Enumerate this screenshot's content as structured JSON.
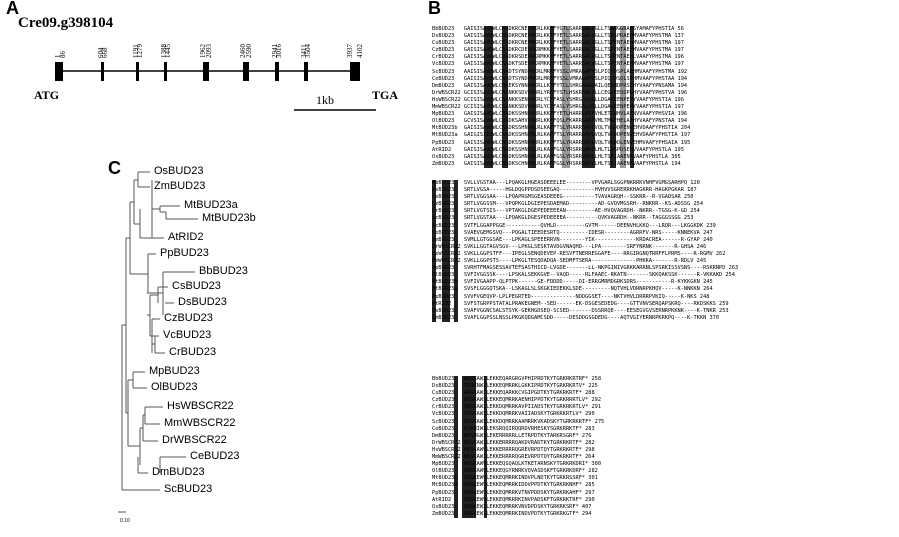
{
  "panel_letters": {
    "a": "A",
    "b": "B",
    "c": "C"
  },
  "panel_a": {
    "gene_name": "Cre09.g398104",
    "start_label": "ATG",
    "end_label": "TGA",
    "scale_label": "1kb",
    "positions": [
      "1",
      "86",
      "604",
      "668",
      "1191",
      "1279",
      "1388",
      "1445",
      "1962",
      "2093",
      "2460",
      "2590",
      "2941",
      "3016",
      "3411",
      "3504",
      "3937",
      "4102"
    ]
  },
  "panel_b": {
    "block1": [
      [
        "BbBUD23",
        "GAISISAVQWLCNADKRCNEPRKRLKKFFYGTLSARRGALVGLLTSAMGGRAESYAMAFYPHSTIA",
        "56"
      ],
      [
        "DsBUD23",
        "GAISISAVQWLCNADKRCNEPRKRLKKFFYETLSARRGALVGLLTSDSPRAEHMVAAFYPHSTMA",
        "137"
      ],
      [
        "CsBUD23",
        "GAISISAVQWLCNADKRCNEPRKRLKKFFYETLSARRGALVGLLTSPENTAEHMVAAFYPHSTMA",
        "197"
      ],
      [
        "CzBUD23",
        "GAISISAVQWLCNADKRCDEPRKRMKKFFYETLSARRGALVGLLTSPENTAEHMVAAFYPHSTMA",
        "197"
      ],
      [
        "CrBUD23",
        "GAISISAVQWLCNADKRSDEPRKRMKKFFYETLSARRGALVGLLTSPENTAEHLVAAFYPHSTMA",
        "196"
      ],
      [
        "VcBUD23",
        "GAISISAVQWLCNADKTSDEPRKRMKKFFYETLSARRGALVGLLTSPENTAEHMVAAFYPHSTMA",
        "197"
      ],
      [
        "ScBUD23",
        "AAISISAVQWLCNADTSYNDPKKRLMRFFYSSLVMRAGAFVSLPIQSDSPLAEHMVAAFYPHSTMA",
        "192"
      ],
      [
        "CeBUD23",
        "GAISISAVQWLCNADTSYNDPKKRLMRFFYSSLVMRAGAFVSLPIQTDSQLSEHMVAAFYPHSTAA",
        "194"
      ],
      [
        "DmBUD23",
        "GAISISAVQWLCNAEKSYNNPRKRLLKFFYTCLSHRGAGAVAILQEVNDPRSEHYVAAFYPNSAMA",
        "194"
      ],
      [
        "DrWBSCR22",
        "GCISISAVQWLCNANKKSDVPARRLYRFFYSTLHSKRGALVLLCEGVEEQQPDHYVAAFYPHSTVA",
        "196"
      ],
      [
        "HsWBSCR22",
        "GCISISAVQWLCNANKKSENPAKRLYCFFASLYSHRGALVGLLDGAAEENPEHYVAAFYPHSTIA",
        "196"
      ],
      [
        "MmWBSCR22",
        "GCISISAVQWLCNANKKSDVPARRLYCFFASLYSHRGALVGLLDGAAEENPEHYVAAFYPHSTIA",
        "197"
      ],
      [
        "MpBUD23",
        "GAISISAVQWLCNADKSSHNPARRLKKFFYETLHARRGAVFVHLETGNHVLAENVVAAFYPHSVIA",
        "196"
      ],
      [
        "OlBUD23",
        "GCVSISAVQWLCNADKSAHVPQRRLKKFFQSLFKARRGAAFVMLTMGFHELAEHYVAAFYPNSTAA",
        "194"
      ],
      [
        "MtBUD23b",
        "GAISISAVQWLCNADRSSHNPRLRLKAFFTSLYRARRGAVLVQLTVGDDPENVEHVDAAFYPHSTIA",
        "204"
      ],
      [
        "MtBUD23a",
        "GAIGISIIQWLCNADKSSHNPRLRLKAFFTSLYRARRGAVLVQLTVGDDPENVEHVDAAFYPHSTIA",
        "197"
      ],
      [
        "PpBUD23",
        "GAISISAVQWLCNADKSSHNPRRRLKKFFTSLYRARRGAVLVQLTVGDDLENVEHMVAAFYPHSAIA",
        "195"
      ],
      [
        "AtRID2",
        "GAISISAVQWLCNADKSSHNPRLRLKAFFGSLYRSRRGAVLLHLTLDSPDSEHVVAAFYPHSTLA",
        "195"
      ],
      [
        "OsBUD23",
        "GAISISAVQWLCNADKSSHNPRLRLKAFFGSLYRSRRGAVLLHLTSEIAAENMVAAFYPHSTLA",
        "305"
      ],
      [
        "ZmBUD23",
        "GAISISAVQWLCNADKSCHNPRLRLKAFFGSLYRSRRGAVLLHLTSEIAAENMVAAFYPHSTLA",
        "194"
      ]
    ],
    "block2": [
      [
        "BbBUD23",
        "SVLLVGSTAA---LPQAKGLHGEASDEEELEE--------VPVGARLSGGPNKRRKVNHFVGMGSARHPQ",
        "120"
      ],
      [
        "DsBUD23",
        "SRTLVGSA-----HGLDQGPPDSDSEEGAQ-----------HVHVVSGRERRKHAGKRR-HAGKPGKAR",
        "187"
      ],
      [
        "CsBUD23",
        "SRTLVGGSAA---LPQAPRGMSGEASDEEEG----------TVAVAGRQH--SSKRR--R-VGADSAR",
        "250"
      ],
      [
        "CzBUD23",
        "SRTLVGGSSM---VPQPKGLDGIEPESDAEMAD---------AD-GVQVMGSRH--RNKRR--KS-ADSSG",
        "254"
      ],
      [
        "CrBUD23",
        "SRTLVGTSIS---VPTAKGLDGEPEDEEEEAN---------AE-HVQVAGRDH--NKRR--TGSG-K-GD",
        "254"
      ],
      [
        "VcBUD23",
        "SRTLVGSTAA---LPQAKGLDGESPEDEEEEA----------QVKVAGRDH--NKRR--TAGGGSSGG",
        "253"
      ],
      [
        "ScBUD23",
        "SVTFLGGAPPGGE-----------QVHLD---------GVTM------DEENVHLKKQ---LRQR---LKGGKDK",
        "239"
      ],
      [
        "CeBUD23",
        "SVAEVGEMGSVQ---PQGALTIEEDESRTQ---------IDESR--------AGRRFV-NRS-----KNNEKVA",
        "247"
      ],
      [
        "DmBUD23",
        "SVMLLGTGGSAE---LPKAGLSPEEERRVN--------YIK-------------KRDACREA------R-GYAP",
        "240"
      ],
      [
        "DrWBSCR22",
        "SVKLLGGTAGVSGV---LPKGLSESKTAVDGVNAQHD---LPA--------SRFYNRNK-------R-GHSA",
        "246"
      ],
      [
        "HsWBSCR22",
        "SVKLLGGPSTFF---IPEGLSENQDEVEP-RESVFTNERREGGAFE----RRGIRGNQTRRFFLPRMS----R-RGMV",
        "262"
      ],
      [
        "MmWBSCR22",
        "SVKLLGGPSTS----LPKGLTESQDADQA-SEDMFTSERA--------------PHKKA-------R-RDLV",
        "245"
      ],
      [
        "MpBUD23",
        "SVRHTFMAGSESSAVTEFSASTHICD-LVGDE-------LL-NKPGINIVGRKKARRNLSPSRKISSVSNS----RSKRNPD",
        "263"
      ],
      [
        "OlBUD23",
        "SVFIVGGSSK----LPSKALSEKKGVE--VAQD-----RLFAAEC-RKATN-------SKKQAKSSK------R-VKKAKD",
        "254"
      ],
      [
        "MtBUD23b",
        "SVFIVGAAPP-QLPTPK------GE-FDDDD-----DI-ERRGMRMDGRKSDRS-----------R-KYKKGKN",
        "245"
      ],
      [
        "MtBUD23a",
        "SVSFLGGGQTSKA--LSKAGLSLSKGKIEDEKKLSDE---------NQTVHLVDRNRPKHQV-----K-NNKKN",
        "264"
      ],
      [
        "PpBUD23",
        "SVVFVGEQVP-LPLPEGRTED--------------NDDGGSET----NKTVHVLDRRRPVKIQ-----K-NKS",
        "248"
      ],
      [
        "AtRID2",
        "SVFSTGRPPSTATALPRAKEGNEM--SED------EK-DSGESEDEDG----GTTVNVSERQAPSKRQ----RKDSKKS",
        "259"
      ],
      [
        "OsBUD23",
        "SVAFVGGNCSALSTSYK-GEKHGDSEQ-SCSED-------DSSRRQE----EESEGVGVSERNRPKKNK----K-TNKR",
        "253"
      ],
      [
        "ZmBUD23",
        "SVAFLGGPSSLNSSLPKGKQDGAMCSDD-----DESDDGSGDEDG----AQTVGIYERNRPKRKPQ----K-TKKN",
        "370"
      ]
    ],
    "block3": [
      [
        "BbBUD23",
        "AKGKAWILEKKEQARGRGVPHIPRDTKYTGRKRKRTRF*",
        "258"
      ],
      [
        "DsBUD23",
        "TGGKNWILEKKEQMRRKLGKKIPRDTKYTGRKRKRTV*",
        "225"
      ],
      [
        "CsBUD23",
        "AKGRAWILEKKEQARKKCVGIPGDTKYTGRKRKRTF*",
        "288"
      ],
      [
        "CzBUD23",
        "ATGKAWILEKKEQMRRKAENHIPPDTKYTGRKRRRTLV*",
        "292"
      ],
      [
        "CrBUD23",
        "SKGKAWILEKKDQMRRKAVPIIADSTKYTGRKRKRTLV*",
        "291"
      ],
      [
        "VcBUD23",
        "TKGKAWILEKKDQMRRKVAIIADSKYTGRKRKRTLV*",
        "290"
      ],
      [
        "ScBUD23",
        "EKGKAWILEKKDQMRRKAAMRRKVKADSKYTGRKRKRTF*",
        "275"
      ],
      [
        "CeBUD23",
        "ESANIWILEKSRQQIRQQRDVRHESKYSGRKRRKTF*",
        "283"
      ],
      [
        "DmBUD23",
        "RKSNGWILEKERRRRRLLETRPDTKYTARKRSGRF*",
        "276"
      ],
      [
        "DrWBSCR22",
        "KKSKAWILEKKERRRRQAKDVRADTKYTGRKRKRTF*",
        "282"
      ],
      [
        "HsWBSCR22",
        "KKSKAWVLEKKERRRRQGREVRPDTQYTGRKRKRTF*",
        "298"
      ],
      [
        "MmWBSCR22",
        "KKSKAWILEKKERRRRQGREVRPDTQYTGRKRKRTF*",
        "264"
      ],
      [
        "MpBUD23",
        "NKGKAWVLEKKEQSQAQLKTKETARNSKYTGRKRKDRI*",
        "300"
      ],
      [
        "OlBUD23",
        "IKGKAWVLEKKEQGYRNRKVQVASDSKFTGRKRKDRF*",
        "282"
      ],
      [
        "MtBUD23b",
        "GKGKEWVLEKKEQMRRKINDVPLNDTKYTGRKRSSRF*",
        "301"
      ],
      [
        "MtBUD23a",
        "GKGKEWVLEKKEQMRRKIDDVPPDTKYTGRKRKNHF*",
        "285"
      ],
      [
        "PpBUD23",
        "GKGREWVLEKKEQMRRKVTNVPDDSKYTGRKRKAHF*",
        "297"
      ],
      [
        "AtRID2",
        "GKGREWVLEKKEQMRRRKINVPADSKFTGRKRKTRF*",
        "290"
      ],
      [
        "OsBUD23",
        "GKGREWILEKKEQMRRKVNVDPDSKYTGRKRKSRF*",
        "407"
      ],
      [
        "ZmBUD23",
        "GKGREWILEKKEQMRRKINDVPDTKYTGRKRKGTF*",
        "294"
      ]
    ]
  },
  "panel_c": {
    "leaves": [
      "OsBUD23",
      "ZmBUD23",
      "MtBUD23a",
      "MtBUD23b",
      "AtRID2",
      "PpBUD23",
      "BbBUD23",
      "CsBUD23",
      "DsBUD23",
      "CzBUD23",
      "VcBUD23",
      "CrBUD23",
      "MpBUD23",
      "OlBUD23",
      "HsWBSCR22",
      "MmWBSCR22",
      "DrWBSCR22",
      "CeBUD23",
      "DmBUD23",
      "ScBUD23"
    ],
    "scale_label": "0.10"
  }
}
